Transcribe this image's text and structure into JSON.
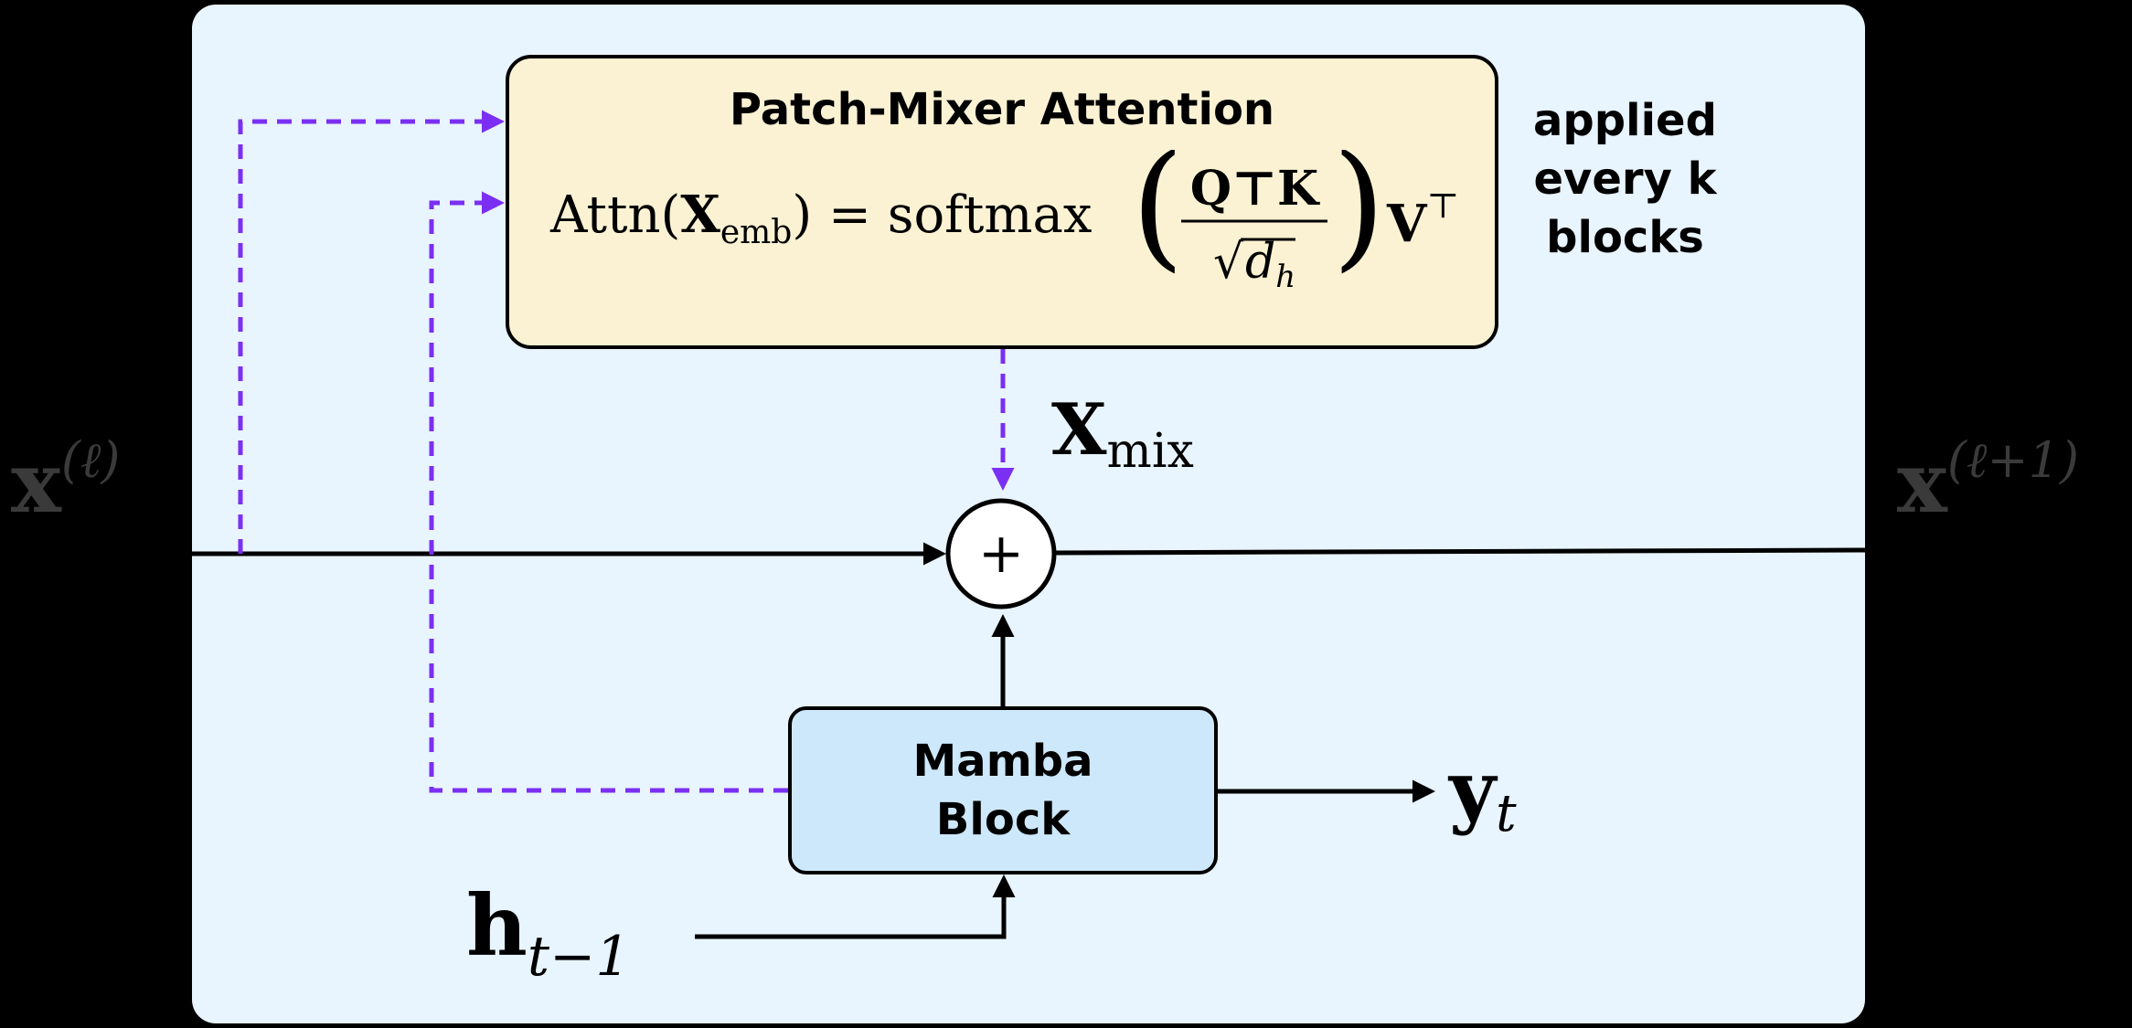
{
  "patch_mixer": {
    "title": "Patch-Mixer Attention",
    "formula": {
      "attn": "Attn(",
      "x_bold": "X",
      "x_sub": "emb",
      "rhs": ") = softmax",
      "numerator": "Q⊤K",
      "denom_d": "d",
      "denom_sub": "h",
      "v_bold": "V",
      "v_sup": "⊤"
    }
  },
  "side_note": "applied\nevery k\nblocks",
  "mamba": {
    "label": "Mamba\nBlock"
  },
  "math": {
    "x_in": "x",
    "x_in_sup": "(ℓ)",
    "x_out": "x",
    "x_out_sup": "(ℓ+1)",
    "x_mix": "X",
    "x_mix_sub": "mix",
    "y": "y",
    "y_sub": "t",
    "h": "h",
    "h_sub": "t−1",
    "plus": "+"
  },
  "colors": {
    "dashed_arrow": "#7b2ff2",
    "attn_fill": "#fbf2d3",
    "mamba_fill": "#cde8fb",
    "panel": "#e8f4fe"
  }
}
